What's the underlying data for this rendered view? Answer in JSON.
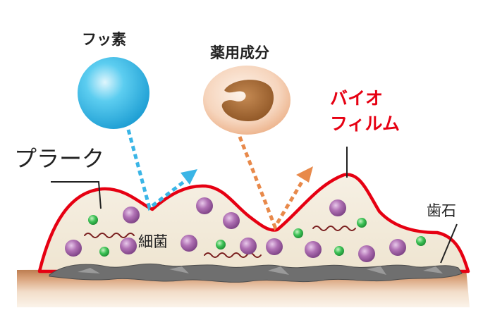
{
  "labels": {
    "fluoride": "フッ素",
    "medicinal_ingredient": "薬用成分",
    "biofilm_line1": "バイオ",
    "biofilm_line2": "フィルム",
    "plaque": "プラーク",
    "bacteria": "細菌",
    "tartar": "歯石"
  },
  "colors": {
    "biofilm_outline": "#e60012",
    "biofilm_label": "#e60012",
    "fluoride_arrow": "#3ab5e6",
    "medicine_arrow": "#e8894a",
    "bacteria_purple": "#9b5aa0",
    "bacteria_green": "#2fb84a",
    "plaque_fill": "#f3ebdc",
    "tooth_surface": "#c98a58",
    "tartar": "#6f6f6f"
  }
}
